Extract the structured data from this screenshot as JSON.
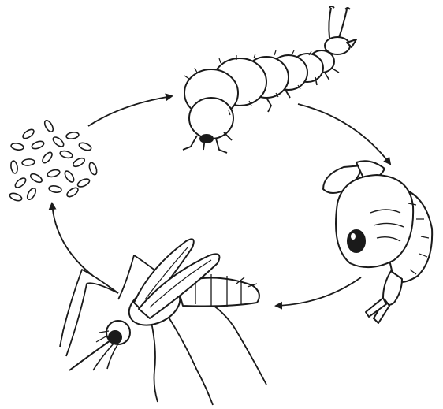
{
  "diagram": {
    "stages": [
      {
        "id": "eggs",
        "icon": "eggs-cluster-icon"
      },
      {
        "id": "larva",
        "icon": "larva-icon"
      },
      {
        "id": "pupa",
        "icon": "pupa-icon"
      },
      {
        "id": "adult",
        "icon": "mosquito-icon"
      }
    ],
    "cycle_order": [
      "eggs",
      "larva",
      "pupa",
      "adult"
    ],
    "colors": {
      "ink": "#1a1a1a",
      "background": "#ffffff"
    }
  }
}
